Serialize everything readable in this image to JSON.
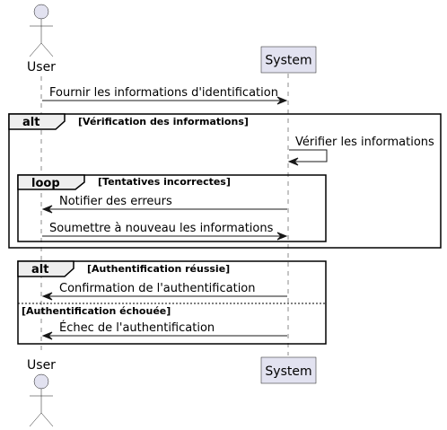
{
  "participants": {
    "user": "User",
    "system": "System"
  },
  "messages": [
    "Fournir les informations d'identification",
    "Vérifier les informations",
    "Notifier des erreurs",
    "Soumettre à nouveau les informations",
    "Confirmation de l'authentification",
    "Échec de l'authentification"
  ],
  "frames": {
    "alt1": {
      "keyword": "alt",
      "condition": "[Vérification des informations]"
    },
    "loop": {
      "keyword": "loop",
      "condition": "[Tentatives incorrectes]"
    },
    "alt2": {
      "keyword": "alt",
      "condition": "[Authentification réussie]",
      "else_condition": "[Authentification échouée]"
    }
  },
  "colors": {
    "participant_fill": "#E2E2F0",
    "frame_tab_fill": "#EEEEEE",
    "stroke": "#181818"
  }
}
